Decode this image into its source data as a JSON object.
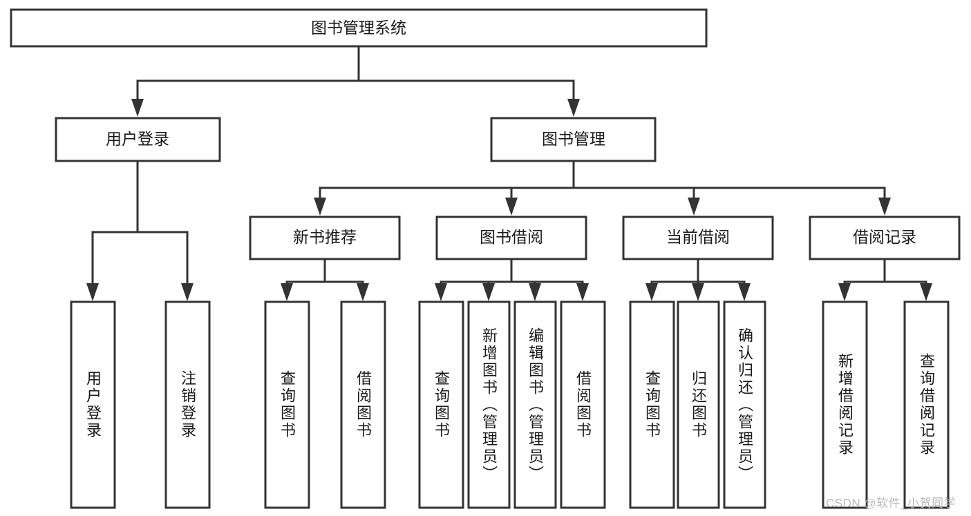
{
  "diagram": {
    "title": "图书管理系统",
    "type": "tree-hierarchy-diagram",
    "colors": {
      "stroke": "#333333",
      "fill": "#ffffff",
      "text": "#1a1a1a",
      "watermark": "#b8b8b8",
      "background": "#ffffff"
    },
    "root": {
      "label": "图书管理系统"
    },
    "level2": [
      {
        "label": "用户登录"
      },
      {
        "label": "图书管理"
      }
    ],
    "level3": [
      {
        "label": "新书推荐"
      },
      {
        "label": "图书借阅"
      },
      {
        "label": "当前借阅"
      },
      {
        "label": "借阅记录"
      }
    ],
    "leaves": {
      "user_login": [
        {
          "label": "用户登录"
        },
        {
          "label": "注销登录"
        }
      ],
      "new_book_recommend": [
        {
          "label": "查询图书"
        },
        {
          "label": "借阅图书"
        }
      ],
      "book_borrow": [
        {
          "label": "查询图书"
        },
        {
          "label": "新增图书（管理员）"
        },
        {
          "label": "编辑图书（管理员）"
        },
        {
          "label": "借阅图书"
        }
      ],
      "current_borrow": [
        {
          "label": "查询图书"
        },
        {
          "label": "归还图书"
        },
        {
          "label": "确认归还（管理员）"
        }
      ],
      "borrow_record": [
        {
          "label": "新增借阅记录"
        },
        {
          "label": "查询借阅记录"
        }
      ]
    },
    "watermark": "CSDN @软件_小贺同学"
  }
}
